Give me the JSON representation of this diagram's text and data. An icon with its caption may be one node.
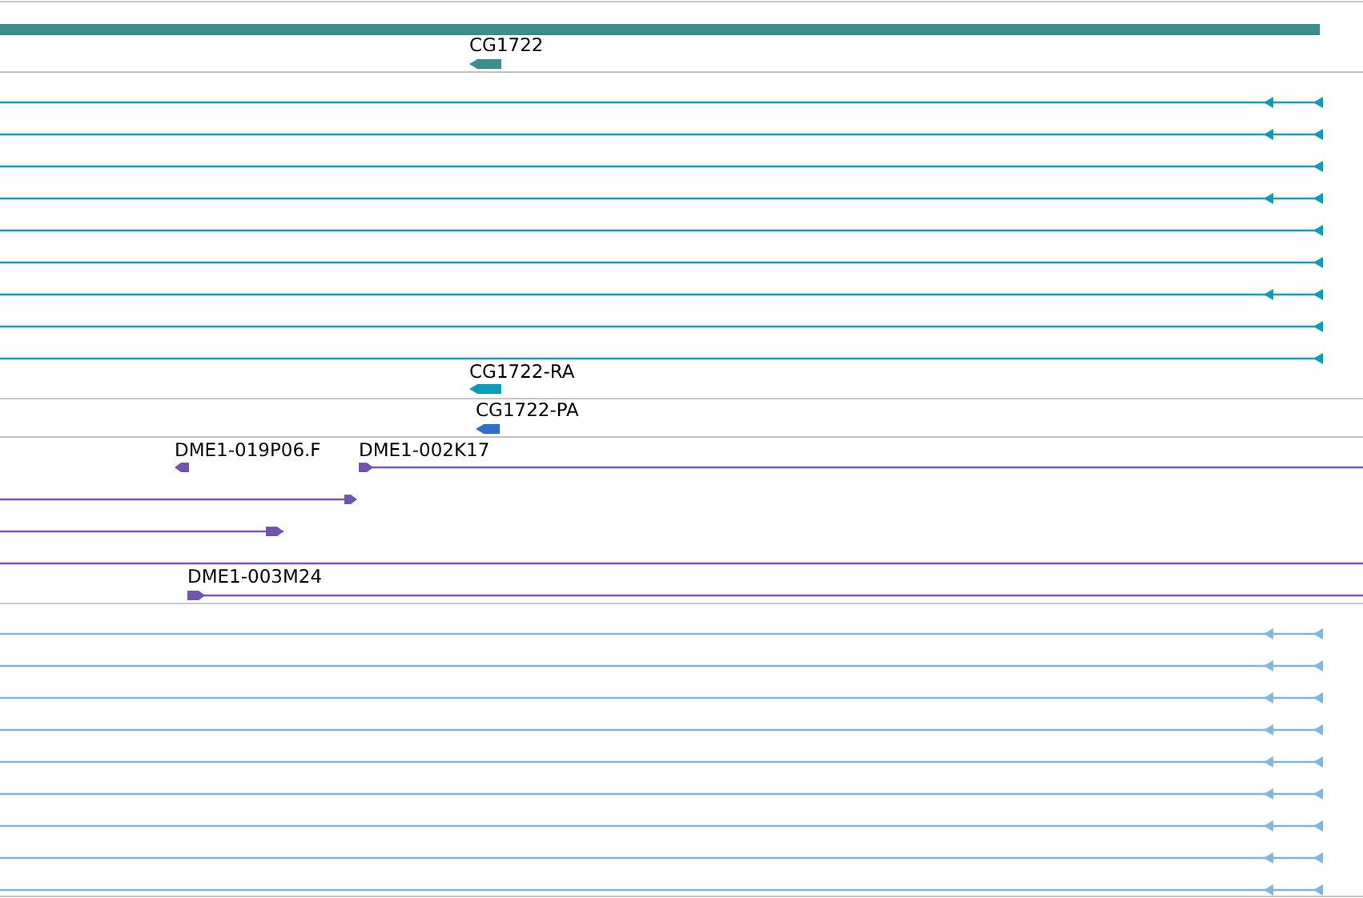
{
  "diagram": {
    "labels": [
      "CG1722",
      "CG1722-RA",
      "CG1722-PA",
      "DME1-019P06.F",
      "DME1-002K17",
      "DME1-003M24"
    ]
  }
}
